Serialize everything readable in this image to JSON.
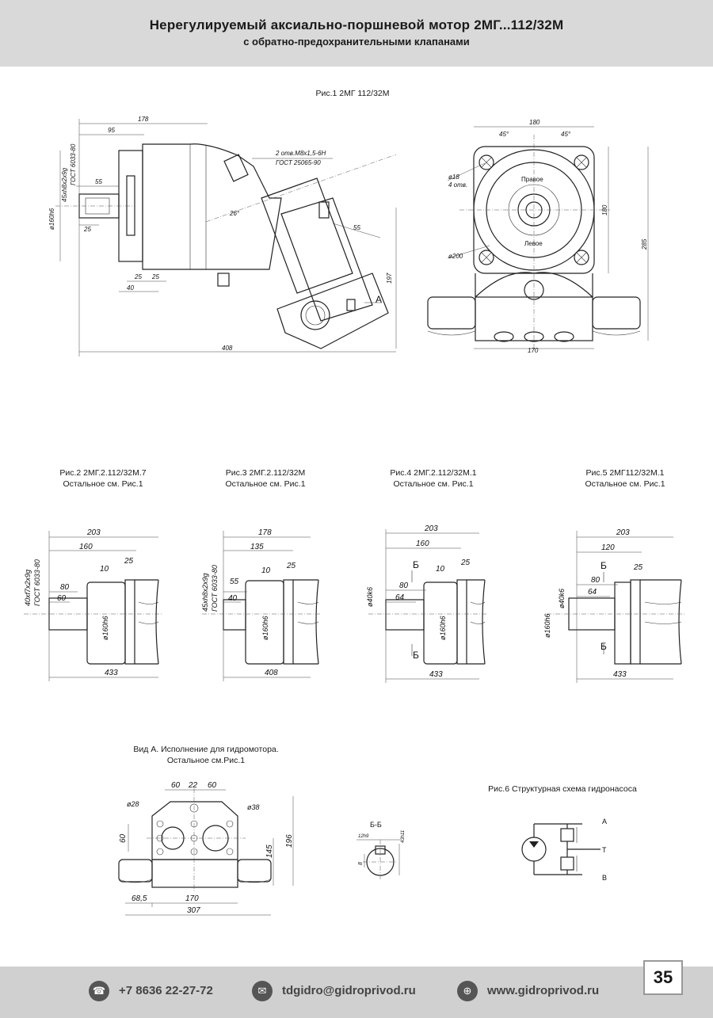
{
  "header": {
    "title": "Нерегулируемый аксиально-поршневой мотор 2МГ...112/32М",
    "subtitle": "с обратно-предохранительными клапанами"
  },
  "fig1": {
    "caption": "Рис.1  2МГ 112/32М",
    "dims_side": [
      "178",
      "95",
      "2 отв.М8х1,5-6Н",
      "ГОСТ 25065-90",
      "45xh8x2x9g",
      "ГОСТ 6033-80",
      "55",
      "ø160h6",
      "25",
      "26°",
      "55",
      "25",
      "25",
      "40",
      "197",
      "А",
      "408"
    ],
    "dims_front": [
      "180",
      "45°",
      "45°",
      "ø18",
      "4 отв.",
      "Правое",
      "180",
      "285",
      "Левое",
      "ø200",
      "170"
    ]
  },
  "fig2": {
    "caption": "Рис.2  2МГ.2.112/32М.7",
    "note": "Остальное см. Рис.1",
    "dims": [
      "203",
      "160",
      "25",
      "10",
      "40xf7x2x9g",
      "ГОСТ 6033-80",
      "80",
      "60",
      "ø160h6",
      "433"
    ]
  },
  "fig3": {
    "caption": "Рис.3  2МГ.2.112/32М",
    "note": "Остальное см. Рис.1",
    "dims": [
      "178",
      "135",
      "25",
      "10",
      "45xh8x2x9g",
      "ГОСТ 6033-80",
      "55",
      "40",
      "ø160h6",
      "408"
    ]
  },
  "fig4": {
    "caption": "Рис.4  2МГ.2.112/32М.1",
    "note": "Остальное см. Рис.1",
    "dims": [
      "203",
      "160",
      "Б",
      "25",
      "10",
      "ø40k6",
      "80",
      "64",
      "ø160h6",
      "Б",
      "433"
    ]
  },
  "fig5": {
    "caption": "Рис.5  2МГ112/32М.1",
    "note": "Остальное см. Рис.1",
    "dims": [
      "203",
      "120",
      "Б",
      "25",
      "80",
      "ø40k6",
      "64",
      "ø160h6",
      "Б",
      "433"
    ]
  },
  "viewA": {
    "caption": "Вид А. Исполнение для гидромотора.",
    "note": "Остальное см.Рис.1",
    "dims": [
      "60",
      "22",
      "60",
      "ø28",
      "ø38",
      "60",
      "145",
      "196",
      "68,5",
      "170",
      "307"
    ]
  },
  "sectionBB": {
    "label": "Б-Б",
    "dims": [
      "12h9",
      "43h11",
      "8"
    ]
  },
  "fig6": {
    "caption": "Рис.6 Структурная схема гидронасоса",
    "ports": [
      "A",
      "T",
      "B"
    ]
  },
  "footer": {
    "phone": "+7 8636 22-27-72",
    "email": "tdgidro@gidroprivod.ru",
    "web": "www.gidroprivod.ru",
    "page": "35"
  },
  "icons": [
    "phone-icon",
    "mail-icon",
    "globe-icon"
  ]
}
